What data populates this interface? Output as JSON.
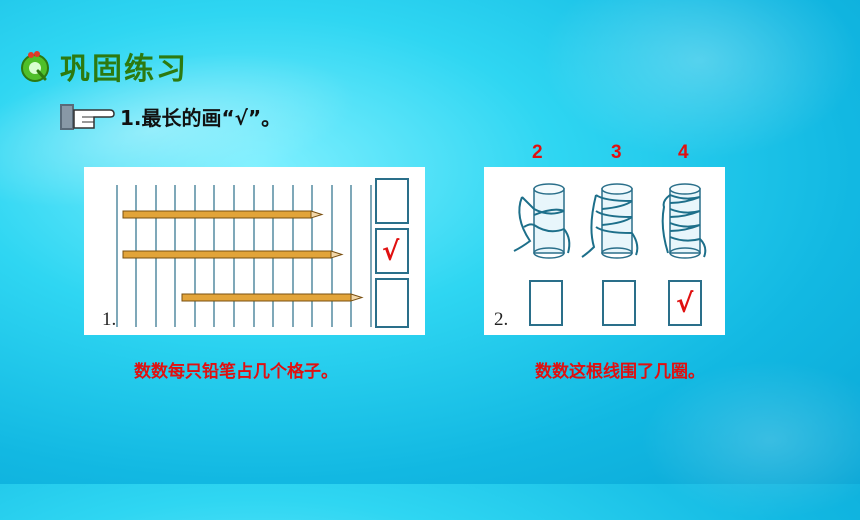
{
  "header": {
    "title": "巩固练习",
    "icon": "q-badge-icon"
  },
  "question": {
    "text": "1.最长的画“√”。",
    "icon": "pointing-hand-icon"
  },
  "left": {
    "panel_label": "1.",
    "annotations": [
      "10",
      "11",
      "9"
    ],
    "checkmark": "√",
    "hint": "数数每只铅笔占几个格子。"
  },
  "right": {
    "panel_label": "2.",
    "annotations": [
      "2",
      "3",
      "4"
    ],
    "checkmark": "√",
    "hint": "数数这根线围了几圈。"
  },
  "colors": {
    "accent_red": "#e01010",
    "title_green": "#2d7a10",
    "pencil": "#e2a43a",
    "box_blue": "#2a6f8a"
  }
}
